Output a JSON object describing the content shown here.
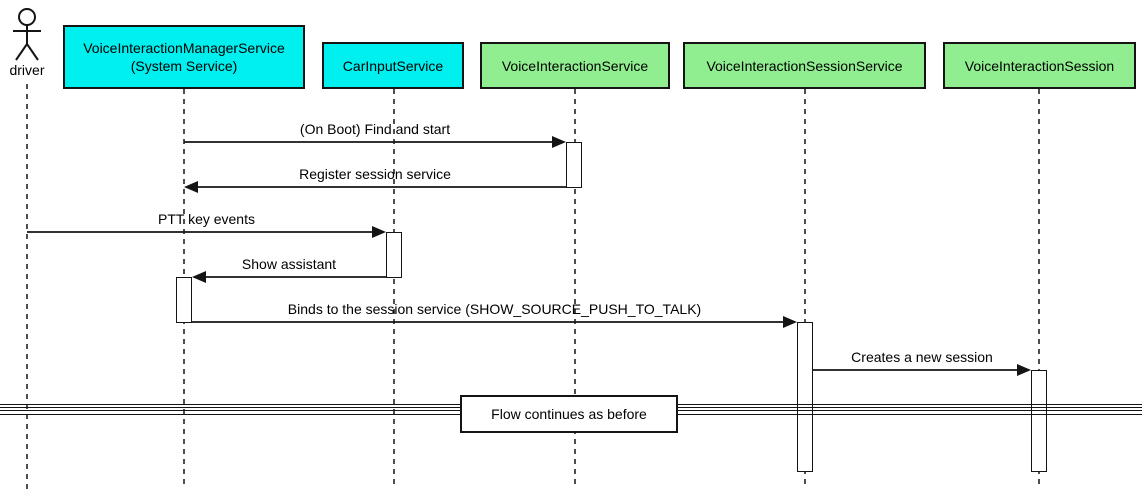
{
  "actor": {
    "label": "driver"
  },
  "participants": [
    {
      "label": "VoiceInteractionManagerService",
      "sublabel": "(System Service)",
      "fill": "#00EFEF"
    },
    {
      "label": "CarInputService",
      "fill": "#00EFEF"
    },
    {
      "label": "VoiceInteractionService",
      "fill": "#90EE90"
    },
    {
      "label": "VoiceInteractionSessionService",
      "fill": "#90EE90"
    },
    {
      "label": "VoiceInteractionSession",
      "fill": "#90EE90"
    }
  ],
  "messages": [
    {
      "label": "(On Boot) Find and start",
      "from": "VoiceInteractionManagerService",
      "to": "VoiceInteractionService"
    },
    {
      "label": "Register session service",
      "from": "VoiceInteractionService",
      "to": "VoiceInteractionManagerService"
    },
    {
      "label": "PTT key events",
      "from": "driver",
      "to": "CarInputService"
    },
    {
      "label": "Show assistant",
      "from": "CarInputService",
      "to": "VoiceInteractionManagerService"
    },
    {
      "label": "Binds to the session service (SHOW_SOURCE_PUSH_TO_TALK)",
      "from": "VoiceInteractionManagerService",
      "to": "VoiceInteractionSessionService"
    },
    {
      "label": "Creates a new session",
      "from": "VoiceInteractionSessionService",
      "to": "VoiceInteractionSession"
    }
  ],
  "divider": {
    "label": "Flow continues as before"
  },
  "colors": {
    "cyan_participant_fill": "#00EFEF",
    "green_participant_fill": "#90EE90",
    "line": "#141414",
    "background": "#FFFFFF"
  }
}
